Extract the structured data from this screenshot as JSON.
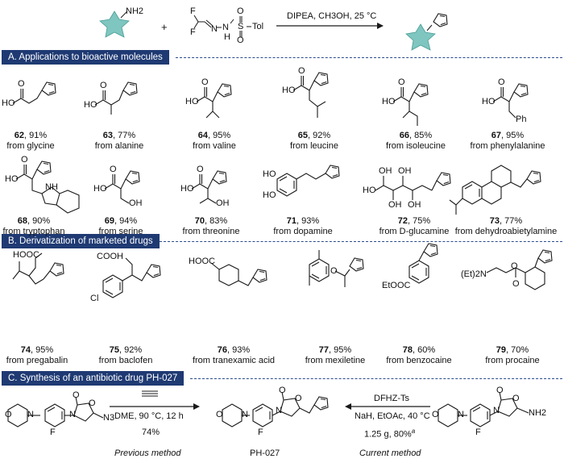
{
  "header": {
    "reagent_atoms": {
      "F_top": "F",
      "F_bottom": "F",
      "N1": "N",
      "N2": "N",
      "S": "S",
      "O_top": "O",
      "O_bottom": "O",
      "H": "H",
      "Tol": "Tol",
      "NH2": "NH2"
    },
    "conditions": "DIPEA, CH3OH, 25 °C",
    "plus": "+"
  },
  "sections": {
    "A": "A. Applications to bioactive molecules",
    "B": "B. Derivatization of marketed drugs",
    "C": "C. Synthesis of an antibiotic drug PH-027"
  },
  "compoundsA": [
    {
      "num": "62",
      "yield": ", 91%",
      "from": "from glycine"
    },
    {
      "num": "63",
      "yield": ", 77%",
      "from": "from alanine"
    },
    {
      "num": "64",
      "yield": ", 95%",
      "from": "from valine"
    },
    {
      "num": "65",
      "yield": ", 92%",
      "from": "from leucine"
    },
    {
      "num": "66",
      "yield": ", 85%",
      "from": "from isoleucine"
    },
    {
      "num": "67",
      "yield": ", 95%",
      "from": "from phenylalanine"
    },
    {
      "num": "68",
      "yield": ", 90%",
      "from": "from tryptophan"
    },
    {
      "num": "69",
      "yield": ", 94%",
      "from": "from serine"
    },
    {
      "num": "70",
      "yield": ", 83%",
      "from": "from threonine"
    },
    {
      "num": "71",
      "yield": ", 93%",
      "from": "from dopamine"
    },
    {
      "num": "72",
      "yield": ", 75%",
      "from": "from D-glucamine"
    },
    {
      "num": "73",
      "yield": ", 77%",
      "from": "from dehydroabietylamine"
    }
  ],
  "compoundsB": [
    {
      "num": "74",
      "yield": ", 95%",
      "from": "from pregabalin"
    },
    {
      "num": "75",
      "yield": ", 92%",
      "from": "from baclofen"
    },
    {
      "num": "76",
      "yield": ", 93%",
      "from": "from tranexamic acid"
    },
    {
      "num": "77",
      "yield": ", 95%",
      "from": "from mexiletine"
    },
    {
      "num": "78",
      "yield": ", 60%",
      "from": "from benzocaine"
    },
    {
      "num": "79",
      "yield": ", 70%",
      "from": "from procaine"
    }
  ],
  "atoms": {
    "HO": "HO",
    "OH": "OH",
    "O": "O",
    "N": "N",
    "H": "H",
    "Ph": "Ph",
    "Cl": "Cl",
    "HOOC": "HOOC",
    "COOH": "COOH",
    "EtOOC": "EtOOC",
    "Et2N": "(Et)2N",
    "N3": "N3",
    "NH2": "NH2",
    "F": "F"
  },
  "sectionC": {
    "left_cond1": "DME, 90 °C, 12 h",
    "left_yield": "74%",
    "left_caption": "Previous method",
    "center_caption": "PH-027",
    "right_reagent": "DFHZ-Ts",
    "right_cond": "NaH, EtOAc, 40 °C",
    "right_yield": "1.25 g, 80%",
    "right_footnote": "a",
    "right_caption": "Current method"
  },
  "colors": {
    "star": "#7fc6c0",
    "banner": "#1f3a73",
    "dashes": "#2a4c8c",
    "bond": "#1a1a1a"
  }
}
